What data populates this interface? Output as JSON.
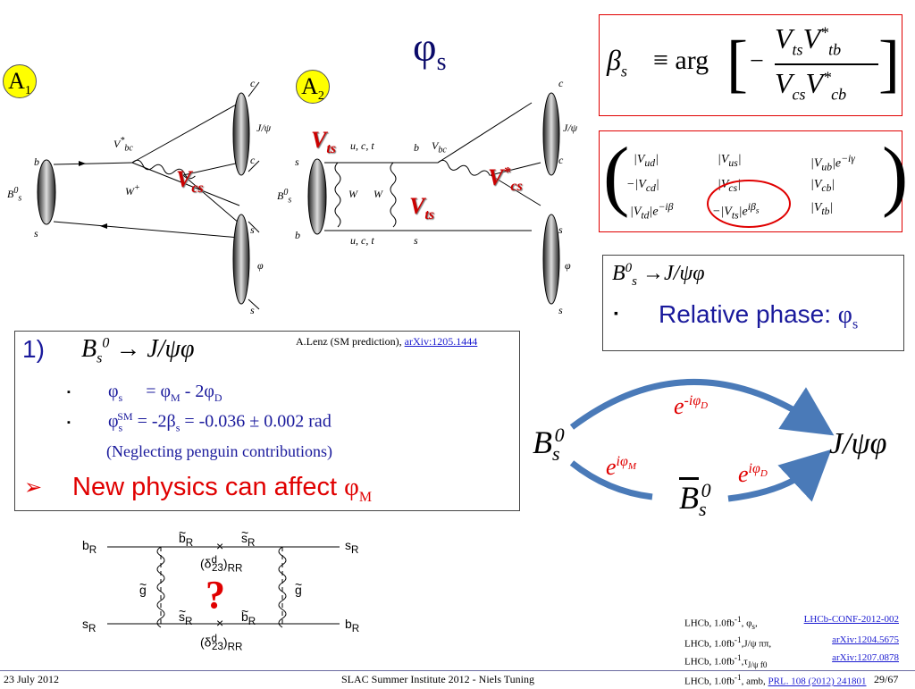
{
  "title": {
    "main": "φ",
    "sub": "s"
  },
  "badges": {
    "a1_main": "A",
    "a1_sub": "1",
    "a2_main": "A",
    "a2_sub": "2"
  },
  "diagram_a1": {
    "b": "b",
    "bs0": "B",
    "bs0_sup": "0",
    "bs0_sub": "s",
    "s_bottom": "s",
    "c_top": "c",
    "jpsi": "J/ψ",
    "c_mid": "c",
    "s_mid": "s",
    "phi": "φ",
    "s_low": "s",
    "vbc": "V",
    "vbc_sub": "bc",
    "vbc_sup": "*",
    "wplus": "W",
    "wplus_sup": "+",
    "vcs_label": "V",
    "vcs_sub": "cs"
  },
  "diagram_a2": {
    "vts_top": "V",
    "vts_top_sub": "ts",
    "uct_top": "u, c, t",
    "s_left_top": "s",
    "bs0": "B",
    "bs0_sup": "0",
    "bs0_sub": "s",
    "b_left_bot": "b",
    "w1": "W",
    "w2": "W",
    "vts_mid": "V",
    "vts_mid_sub": "ts",
    "uct_bot": "u, c, t",
    "b_top": "b",
    "s_bot": "s",
    "vbc": "V",
    "vbc_sub": "bc",
    "vcs_label": "V",
    "vcs_sub": "cs",
    "vcs_sup": "*",
    "c_top": "c",
    "jpsi": "J/ψ",
    "c_mid": "c",
    "s_mid": "s",
    "phi": "φ",
    "s_low": "s"
  },
  "beta_box": {
    "lhs": "β",
    "lhs_sub": "s",
    "equiv": "≡ arg",
    "num": "V",
    "num_sub1": "ts",
    "num2": "V",
    "num_sup2": "*",
    "num_sub2": "tb",
    "den": "V",
    "den_sub1": "cs",
    "den2": "V",
    "den_sup2": "*",
    "den_sub2": "cb",
    "minus": "−"
  },
  "ckm": {
    "r1": [
      "|V",
      "ud",
      "|",
      "|V",
      "us",
      "|",
      "|V",
      "ub",
      "|e",
      "−iγ"
    ],
    "r2": [
      "−|V",
      "cd",
      "|",
      "|V",
      "cs",
      "|",
      "|V",
      "cb",
      "|"
    ],
    "r3": [
      "|V",
      "td",
      "|e",
      "−iβ",
      "−|V",
      "ts",
      "|e",
      "iβ",
      "s",
      "|V",
      "tb",
      "|"
    ]
  },
  "decay_box": {
    "b": "B",
    "b_sup": "0",
    "b_sub": "s",
    "arrow": " →J/ψφ",
    "bullet": "Relative phase: ",
    "phi": "φ",
    "phi_sub": "s"
  },
  "main_box": {
    "ref": "A.Lenz (SM prediction), ",
    "ref_link": "arXiv:1205.1444",
    "item_num": "1)",
    "item_b": "B",
    "item_b_sub": "s",
    "item_b_sup": "0",
    "item_arrow": " → J/ψφ",
    "l1_a": "φ",
    "l1_a_sub": "s",
    "l1_b": "= φ",
    "l1_b_sub": "M",
    "l1_c": " - 2φ",
    "l1_c_sub": "D",
    "l2_a": "φ",
    "l2_a_sub": "s",
    "l2_a_sup": "SM",
    "l2_b": " = -2β",
    "l2_b_sub": "s",
    "l2_c": " = -0.036 ± 0.002 rad",
    "l3": "(Neglecting penguin contributions)",
    "np": "New physics can affect ",
    "np_phi": "φ",
    "np_phi_sub": "M"
  },
  "mixing": {
    "bs": "B",
    "bs_sub": "s",
    "bs_sup": "0",
    "bsbar": "B",
    "bsbar_sub": "s",
    "bsbar_sup": "0",
    "jpsiphi": "J/ψφ",
    "top_e": "e",
    "top_exp": "-iφ",
    "top_exp_sub": "D",
    "left_e": "e",
    "left_exp": "iφ",
    "left_exp_sub": "M",
    "right_e": "e",
    "right_exp": "iφ",
    "right_exp_sub": "D"
  },
  "susy": {
    "bR": "b",
    "bR_sub": "R",
    "sR_right": "s",
    "sR_right_sub": "R",
    "sR_left": "s",
    "sR_left_sub": "R",
    "bR_right": "b",
    "bR_right_sub": "R",
    "bR_t": "b",
    "bR_t_sub": "R",
    "sR_t": "s",
    "sR_t_sub": "R",
    "sR_b": "s",
    "sR_b_sub": "R",
    "bR_b": "b",
    "bR_b_sub": "R",
    "delta_top": "(δ",
    "delta_top_sup": "d",
    "delta_top_sub": "23",
    "delta_top_end": ")",
    "delta_top_rr": "RR",
    "delta_bot": "(δ",
    "delta_bot_sup": "d",
    "delta_bot_sub": "23",
    "delta_bot_end": ")",
    "delta_bot_rr": "RR",
    "g1": "g",
    "g2": "g",
    "question": "?"
  },
  "refs": [
    {
      "text": "LHCb, 1.0fb",
      "sup": "-1",
      "tail": ", φ",
      "tail_sub": "s",
      "tail2": ",",
      "link": "LHCb-CONF-2012-002"
    },
    {
      "text": "LHCb, 1.0fb",
      "sup": "-1",
      "tail": ",J/ψ ππ,",
      "tail_sub": "",
      "tail2": "",
      "link": "arXiv:1204.5675"
    },
    {
      "text": "LHCb, 1.0fb",
      "sup": "-1",
      "tail": ",τ",
      "tail_sub": "J/ψ f0",
      "tail2": "",
      "link": "arXiv:1207.0878"
    },
    {
      "text": "LHCb, 1.0fb",
      "sup": "-1",
      "tail": ", amb, ",
      "tail_sub": "",
      "tail2": "",
      "link": "PRL. 108 (2012) 241801"
    }
  ],
  "footer": {
    "date": "23 July 2012",
    "center": "SLAC Summer Institute 2012 - Niels Tuning",
    "page": "29/67"
  },
  "colors": {
    "title": "#0a0a6a",
    "red": "#e00000",
    "blue_arrow": "#4a7ab8",
    "bullet_text": "#1a1a9c",
    "badge": "#ffff00"
  }
}
